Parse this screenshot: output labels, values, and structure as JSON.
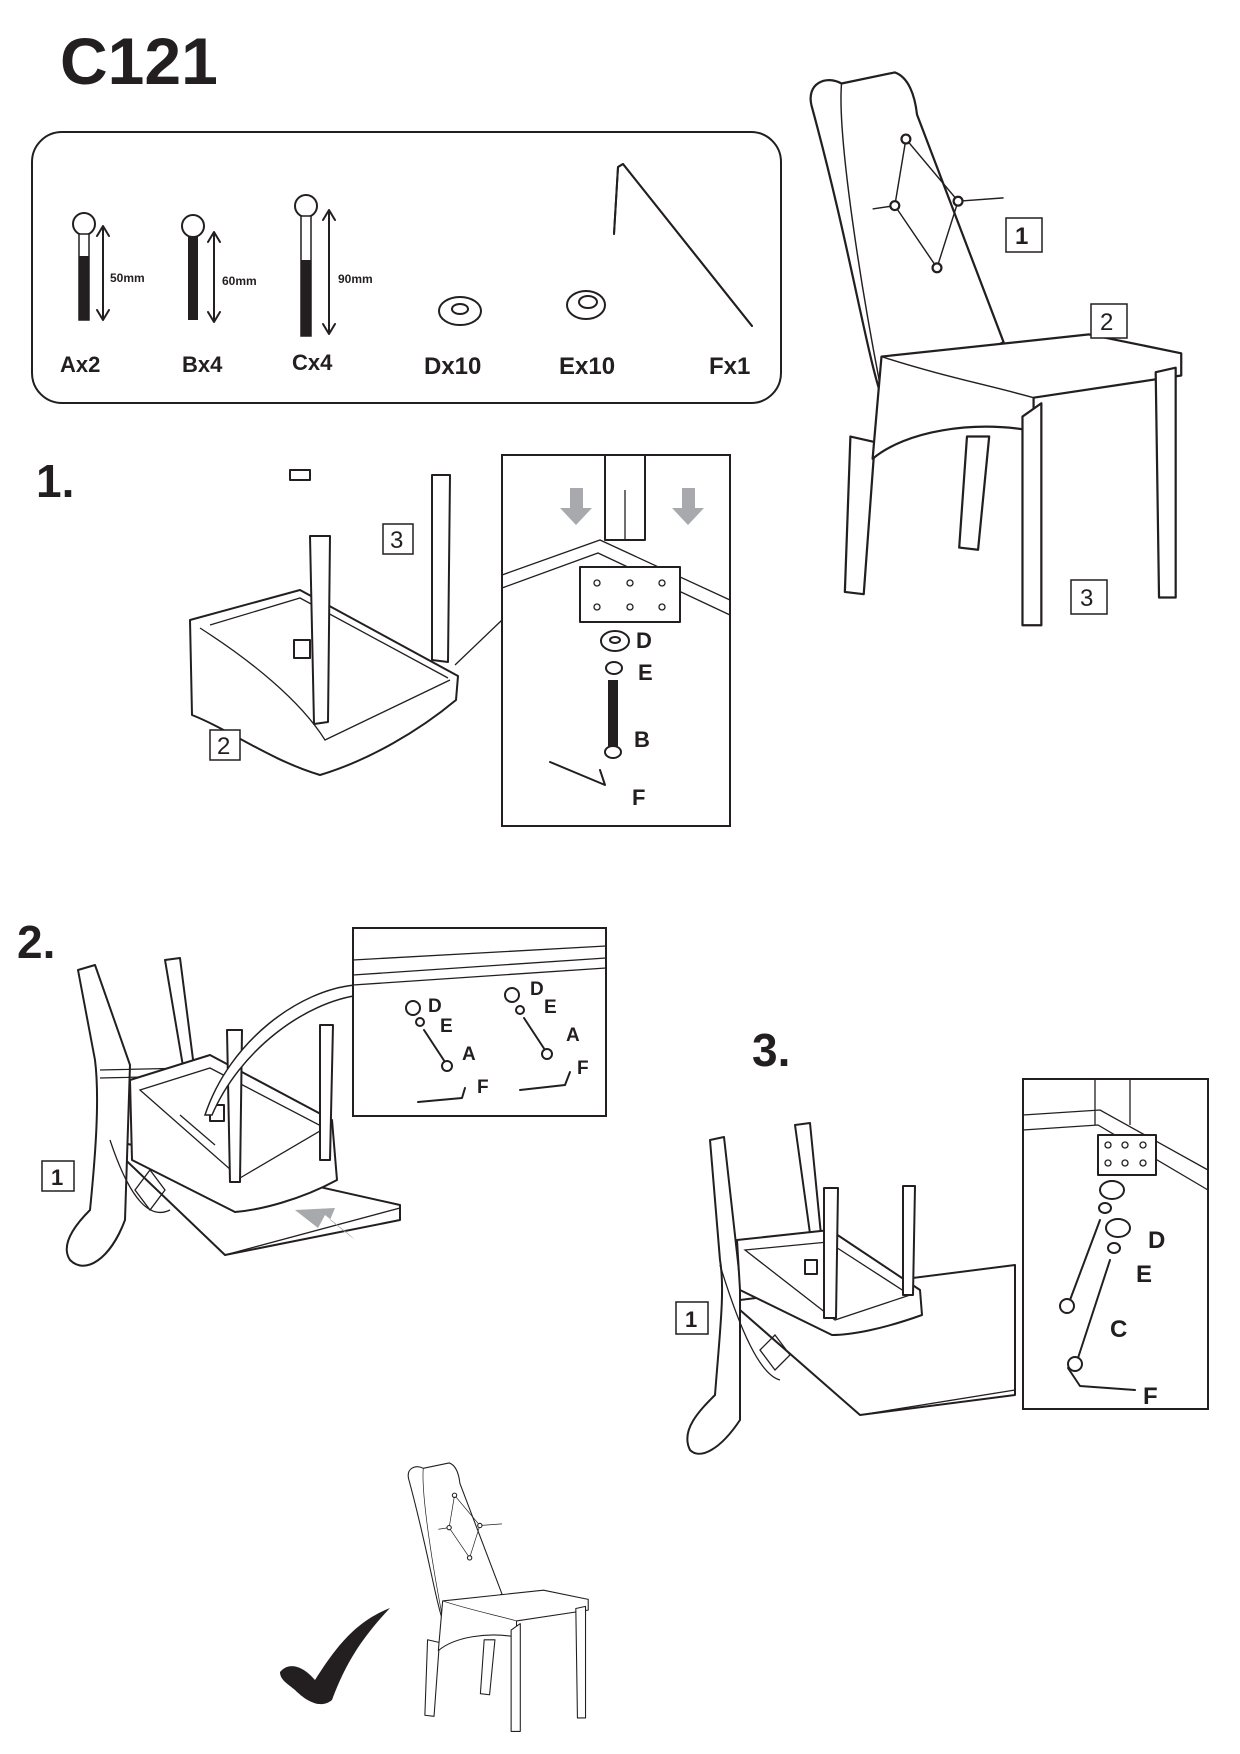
{
  "title": "C121",
  "parts": [
    {
      "letter": "A",
      "label": "Ax2",
      "length": "50mm"
    },
    {
      "letter": "B",
      "label": "Bx4",
      "length": "60mm"
    },
    {
      "letter": "C",
      "label": "Cx4",
      "length": "90mm"
    },
    {
      "letter": "D",
      "label": "Dx10"
    },
    {
      "letter": "E",
      "label": "Ex10"
    },
    {
      "letter": "F",
      "label": "Fx1"
    }
  ],
  "component_tags": {
    "backrest": "1",
    "seat": "2",
    "legs": "3"
  },
  "steps": [
    {
      "number": "1.",
      "tag_legs": "3",
      "tag_seat": "2",
      "detail": [
        "D",
        "E",
        "B",
        "F"
      ]
    },
    {
      "number": "2.",
      "tag_back": "1",
      "detail": [
        "D",
        "E",
        "A",
        "F",
        "D",
        "E",
        "A",
        "F"
      ]
    },
    {
      "number": "3.",
      "tag_back": "1",
      "detail": [
        "D",
        "E",
        "C",
        "F"
      ]
    }
  ],
  "colors": {
    "ink": "#231f20",
    "arrow": "#a7a9ac"
  }
}
